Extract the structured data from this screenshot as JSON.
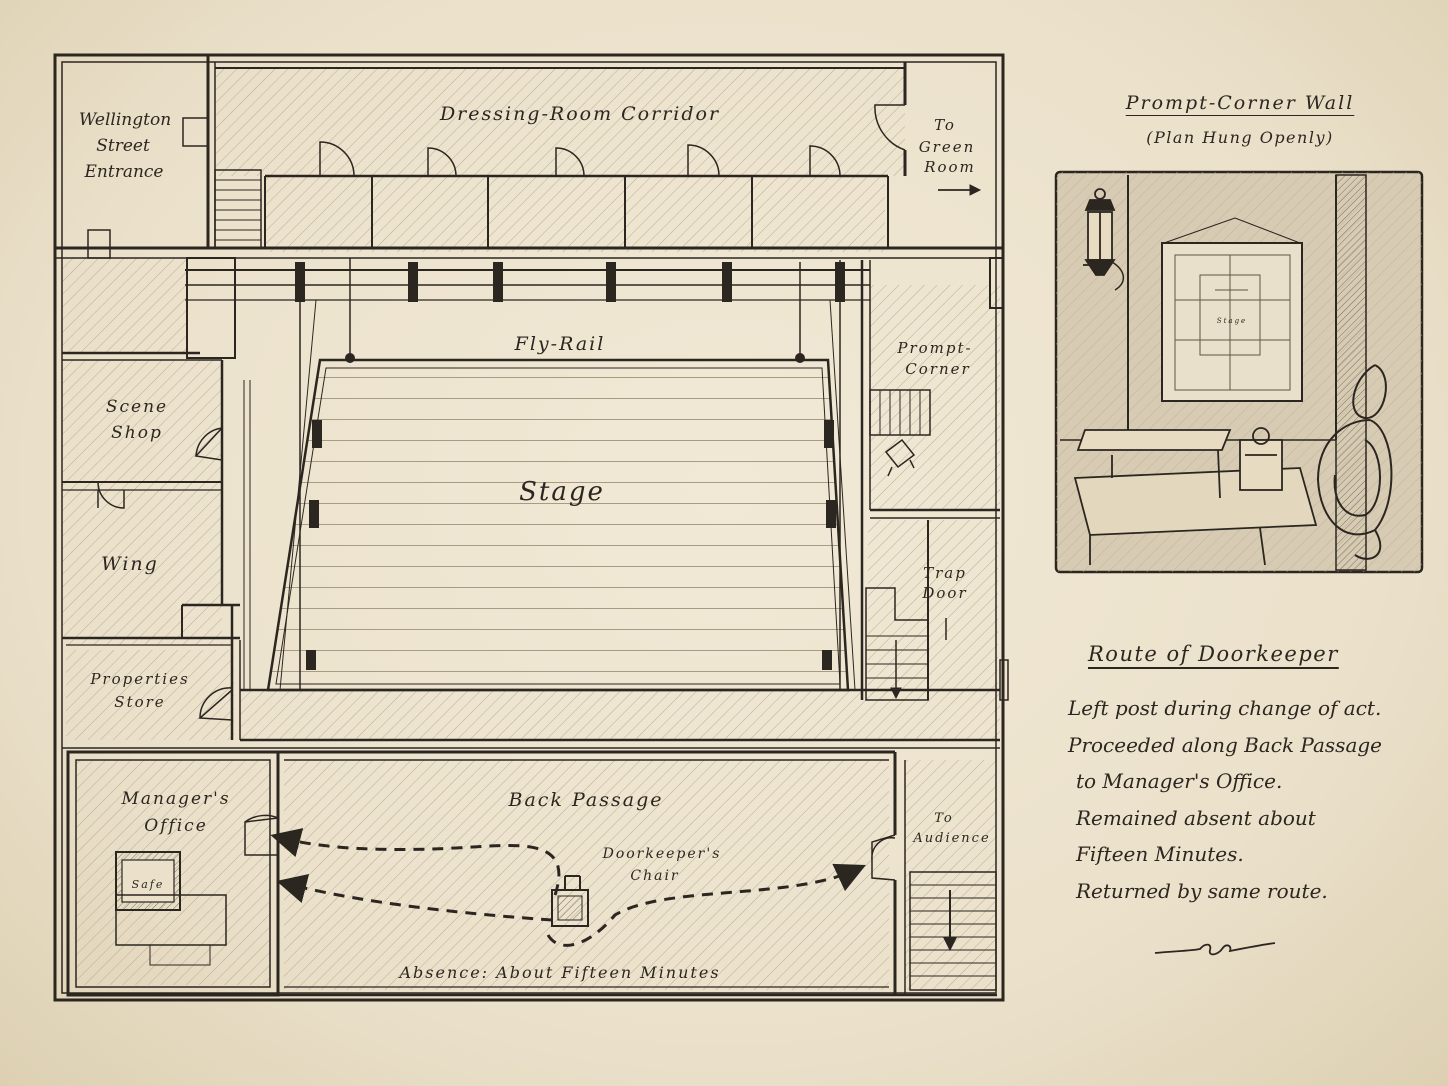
{
  "rooms": {
    "wellington_entrance": [
      "Wellington",
      "Street",
      "Entrance"
    ],
    "dressing_corridor": "Dressing-Room Corridor",
    "green_room": [
      "To",
      "Green",
      "Room"
    ],
    "fly_rail": "Fly-Rail",
    "stage": "Stage",
    "prompt_corner": [
      "Prompt-",
      "Corner"
    ],
    "scene_shop": [
      "Scene",
      "Shop"
    ],
    "wing": "Wing",
    "trap_door": [
      "Trap",
      "Door"
    ],
    "properties_store": [
      "Properties",
      "Store"
    ],
    "managers_office": [
      "Manager's",
      "Office"
    ],
    "safe": "Safe",
    "back_passage": "Back Passage",
    "doorkeepers_chair": [
      "Doorkeeper's",
      "Chair"
    ],
    "to_audience": [
      "To",
      "Audience"
    ],
    "absence": "Absence: About Fifteen Minutes"
  },
  "inset": {
    "title": "Prompt-Corner Wall",
    "subtitle": "(Plan Hung Openly)",
    "plan_label": "Stage"
  },
  "route": {
    "heading": "Route of Doorkeeper",
    "lines": [
      "Left post during change of act.",
      "Proceeded along Back Passage",
      "to Manager's Office.",
      "Remained absent about",
      "Fifteen Minutes.",
      "Returned by same route."
    ]
  },
  "colors": {
    "ink": "#2c2620",
    "paper": "#ece3cf",
    "hatch": "#b9ad93"
  },
  "icons": {
    "lantern": "wall-lantern-icon",
    "rope": "coiled-rope-icon",
    "safe": "safe-icon",
    "chair": "chair-icon"
  }
}
